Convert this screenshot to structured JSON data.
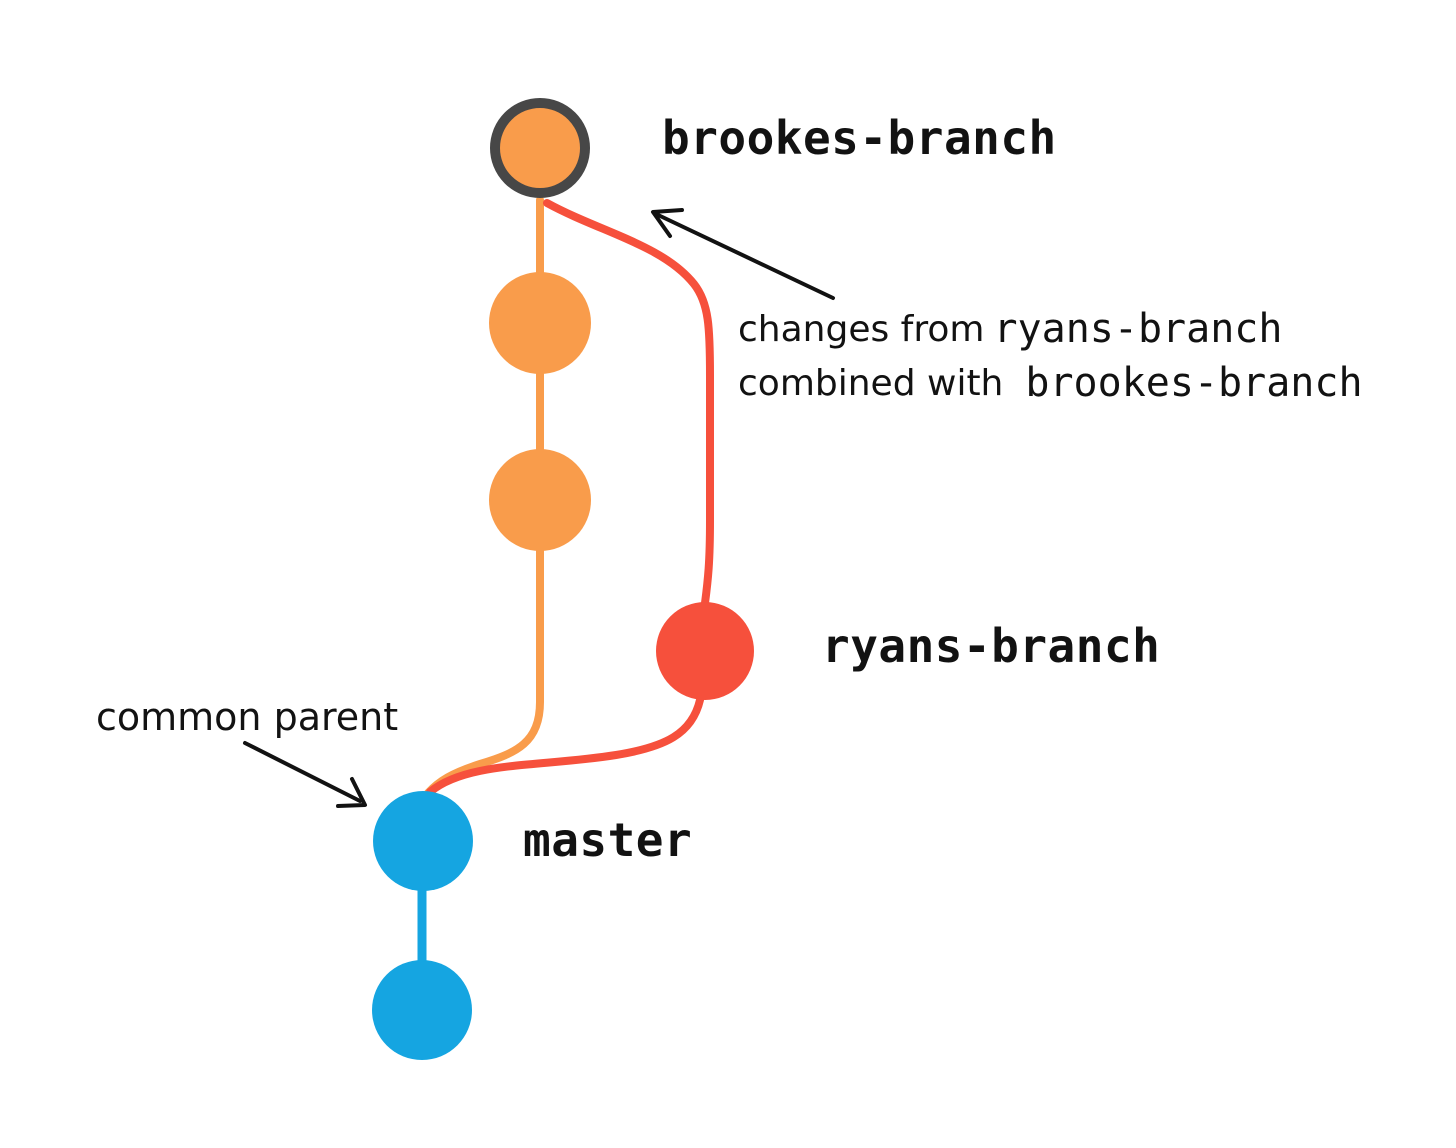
{
  "diagram": {
    "kind": "git-branch-merge-diagram",
    "description": "Three git branches with a merge commit on brookes-branch"
  },
  "colors": {
    "orange": "#F99C4B",
    "red": "#F6503C",
    "blue": "#15A5E1",
    "ring": "#474747",
    "ink": "#121212",
    "arrow": "#121212",
    "background": "#FFFFFF"
  },
  "labels": {
    "brookes_branch": "brookes-branch",
    "ryans_branch": "ryans-branch",
    "master": "master",
    "common_parent": "common parent"
  },
  "annotation": {
    "line1_text": "changes from",
    "line1_code": "ryans-branch",
    "line2_text": "combined with",
    "line2_code": "brookes-branch"
  },
  "graph": {
    "branches": [
      {
        "name": "brookes-branch",
        "color_key": "orange",
        "commit_count": 3,
        "tip_ringed": true
      },
      {
        "name": "ryans-branch",
        "color_key": "red",
        "commit_count": 1,
        "tip_ringed": false
      },
      {
        "name": "master",
        "color_key": "blue",
        "commit_count": 2,
        "tip_ringed": false
      }
    ],
    "merge": {
      "target_branch": "brookes-branch",
      "source_branch": "ryans-branch"
    },
    "common_parent_branch": "master"
  }
}
